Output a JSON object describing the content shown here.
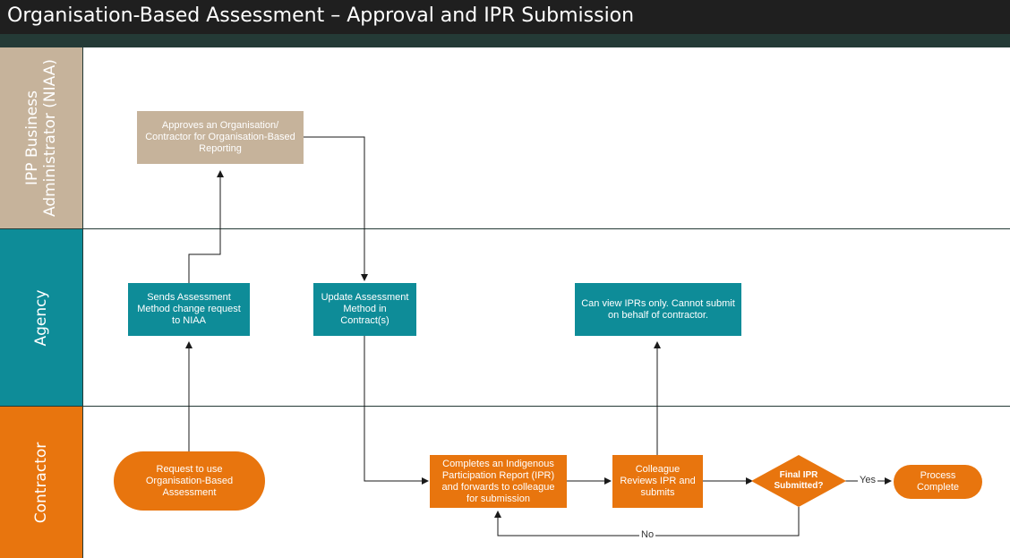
{
  "title": "Organisation-Based Assessment – Approval and IPR Submission",
  "lanes": [
    {
      "label_line1": "IPP Business",
      "label_line2": "Administrator (NIAA)",
      "color": "#c6b39b"
    },
    {
      "label": "Agency",
      "color": "#0e8c98"
    },
    {
      "label": "Contractor",
      "color": "#e8750e"
    }
  ],
  "nodes": {
    "approve": "Approves an Organisation/ Contractor for Organisation-Based Reporting",
    "send_request": "Sends Assessment Method change request to NIAA",
    "update_method": "Update Assessment Method in Contract(s)",
    "view_iprs": "Can view IPRs only. Cannot submit on behalf of contractor.",
    "request": "Request to use Organisation-Based Assessment",
    "complete_ipr": "Completes an Indigenous Participation Report (IPR) and forwards to colleague for submission",
    "colleague_reviews": "Colleague Reviews IPR and submits",
    "decision": "Final IPR Submitted?",
    "process_complete": "Process Complete"
  },
  "edge_labels": {
    "yes": "Yes",
    "no": "No"
  }
}
